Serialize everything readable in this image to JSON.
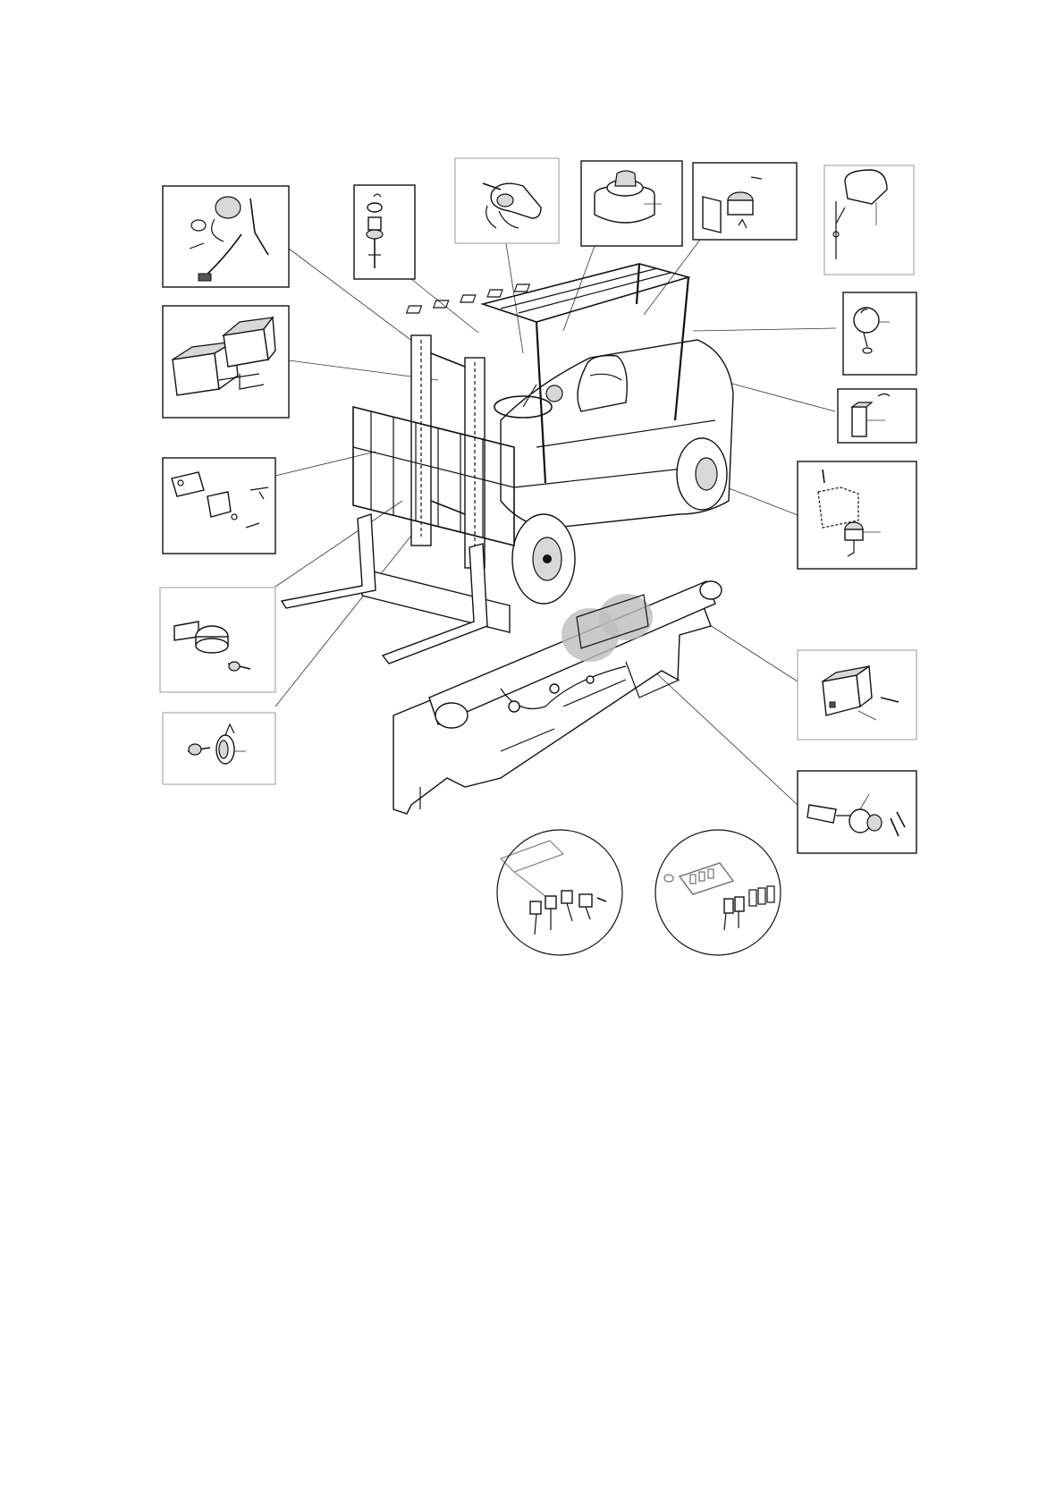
{
  "figure": {
    "kind": "exploded-parts-illustration",
    "colors": {
      "line": "#111111",
      "frame_gray": "#999999",
      "shade": "#bdbdbd",
      "background": "#ffffff"
    },
    "callouts": [
      {
        "id": "starter-motor",
        "icon": "starter-motor-icon"
      },
      {
        "id": "level-sender",
        "icon": "level-sender-icon"
      },
      {
        "id": "combination-switch",
        "icon": "combination-switch-icon"
      },
      {
        "id": "rotating-beacon",
        "icon": "beacon-icon"
      },
      {
        "id": "buzzer",
        "icon": "buzzer-icon"
      },
      {
        "id": "rear-lamp",
        "icon": "rear-lamp-icon"
      },
      {
        "id": "batteries",
        "icon": "battery-icon"
      },
      {
        "id": "work-lamp",
        "icon": "work-lamp-icon"
      },
      {
        "id": "relay-block",
        "icon": "relay-icon"
      },
      {
        "id": "mount-bracket",
        "icon": "bracket-icon"
      },
      {
        "id": "pressure-switch",
        "icon": "pressure-switch-icon"
      },
      {
        "id": "horn-disc",
        "icon": "horn-icon"
      },
      {
        "id": "control-unit",
        "icon": "control-unit-icon"
      },
      {
        "id": "horn-electric",
        "icon": "horn-icon"
      },
      {
        "id": "ignition-switch",
        "icon": "ignition-key-icon"
      }
    ],
    "details": [
      {
        "id": "relay-detail",
        "icon": "relay-cluster-icon"
      },
      {
        "id": "fuse-detail",
        "icon": "fuse-icon"
      }
    ]
  }
}
